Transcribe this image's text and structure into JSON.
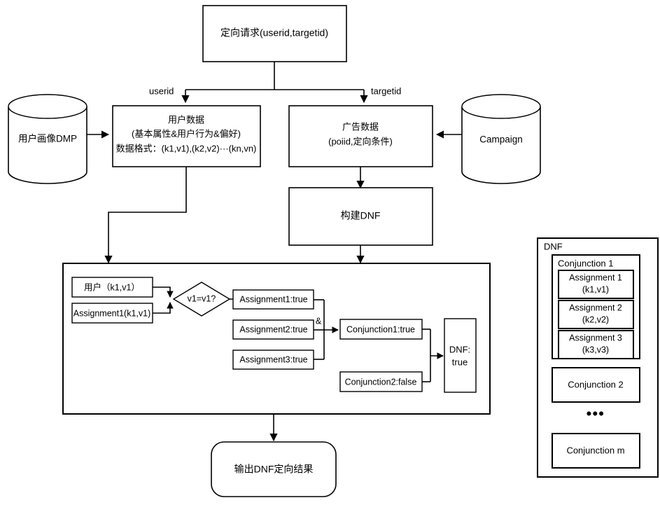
{
  "diagram": {
    "title_node": {
      "label": "定向请求(userid,targetid)"
    },
    "edge_labels": {
      "userid": "userid",
      "targetid": "targetid"
    },
    "datastores": {
      "left": "用户画像DMP",
      "right": "Campaign"
    },
    "user_data_box": {
      "line1": "用户数据",
      "line2": "(基本属性&用户行为&偏好)",
      "line3": "数据格式：(k1,v1),(k2,v2)···(kn,vn)"
    },
    "ad_data_box": {
      "line1": "广告数据",
      "line2": "(poiid,定向条件)"
    },
    "build_dnf_box": {
      "label": "构建DNF"
    },
    "evaluation": {
      "user_kv": "用户（k1,v1）",
      "assignment_kv": "Assignment1(k1,v1)",
      "decision": "v1=v1?",
      "and_operator": "&",
      "assignments": [
        "Assignment1:true",
        "Assignment2:true",
        "Assignment3:true"
      ],
      "conjunctions": [
        "Conjunction1:true",
        "Conjunction2:false"
      ],
      "result_line1": "DNF:",
      "result_line2": "true"
    },
    "output_node": {
      "label": "输出DNF定向结果"
    },
    "dnf_panel": {
      "title": "DNF",
      "conjunction1": {
        "title": "Conjunction 1",
        "assignments": [
          {
            "name": "Assignment 1",
            "kv": "(k1,v1)"
          },
          {
            "name": "Assignment 2",
            "kv": "(k2,v2)"
          },
          {
            "name": "Assignment 3",
            "kv": "(k3,v3)"
          }
        ]
      },
      "conjunction2": "Conjunction 2",
      "ellipsis": "•••",
      "conjunction_m": "Conjunction m"
    },
    "colors": {
      "stroke": "#000000",
      "fill": "#ffffff",
      "background": "#ffffff"
    }
  }
}
